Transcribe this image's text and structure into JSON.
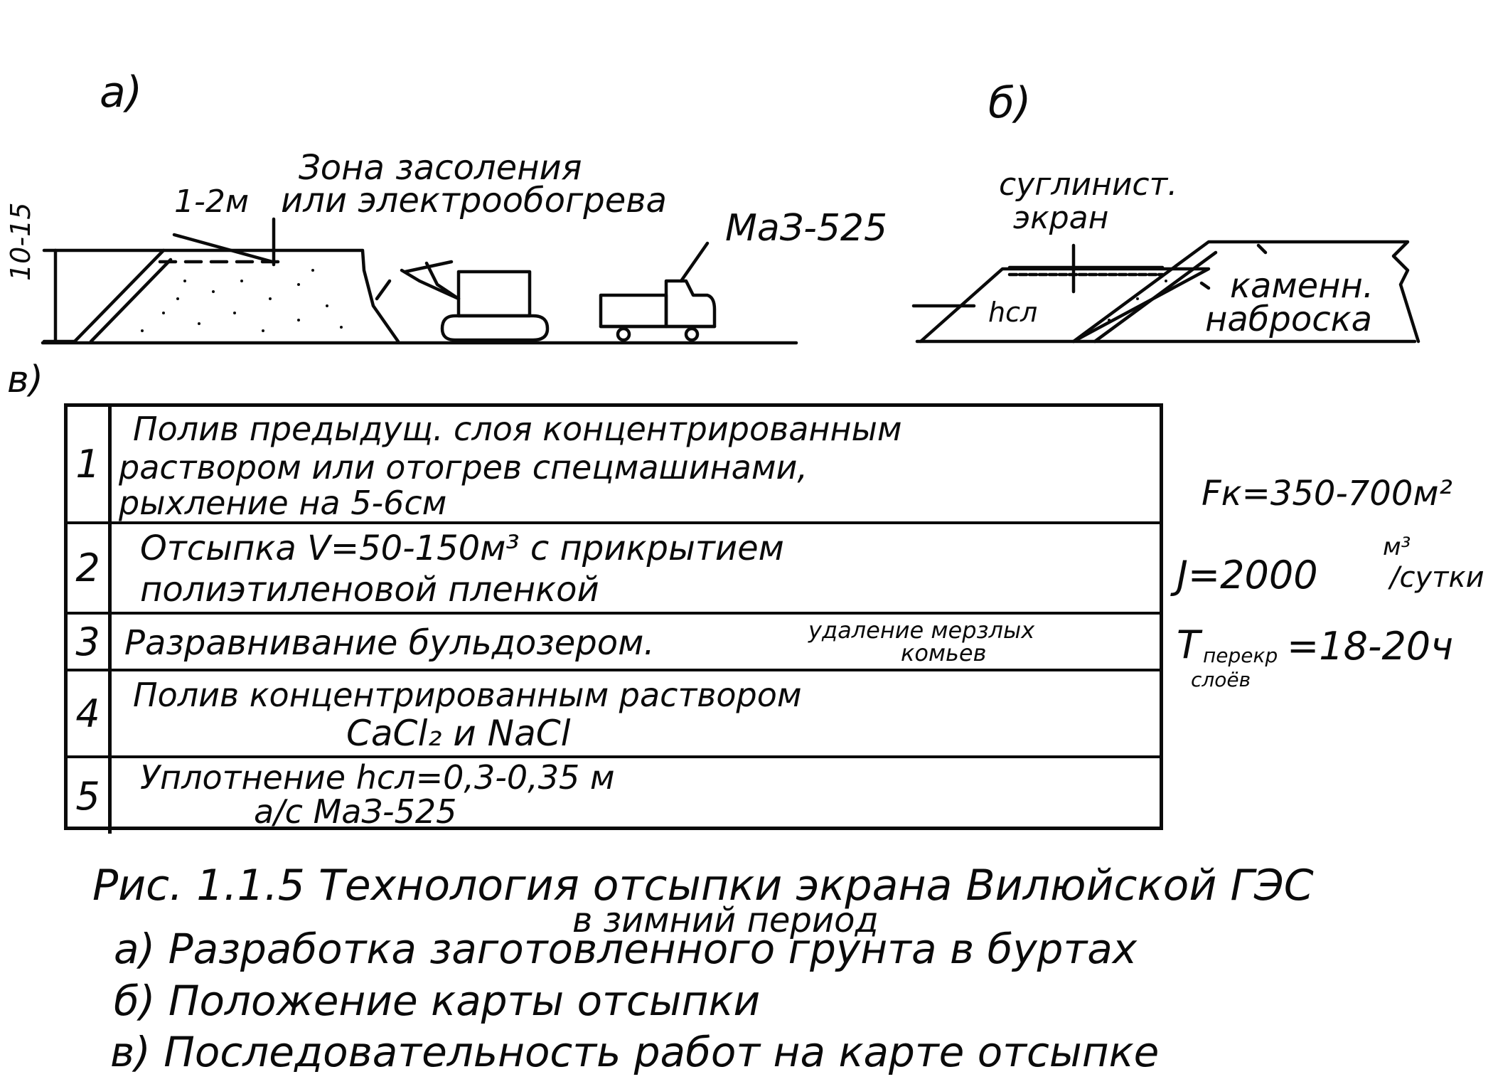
{
  "diagram_a": {
    "label": "а)",
    "zone_label_line1": "Зона засоления",
    "zone_label_line2": "или электрообогрева",
    "depth_label": "1-2м",
    "height_label": "10-15",
    "truck_label": "МаЗ-525"
  },
  "diagram_b": {
    "label": "б)",
    "screen_label_line1": "суглинист.",
    "screen_label_line2": "экран",
    "layer_label": "hсл",
    "rock_label_line1": "каменн.",
    "rock_label_line2": "наброска"
  },
  "table": {
    "label": "в)",
    "rows": [
      {
        "num": "1",
        "lines": [
          "Полив предыдущ. слоя концентрированным",
          "раствором или отогрев спецмашинами,",
          "рыхление на 5-6см"
        ]
      },
      {
        "num": "2",
        "lines": [
          "Отсыпка V=50-150м³ с прикрытием",
          "полиэтиленовой пленкой"
        ]
      },
      {
        "num": "3",
        "lines": [
          "Разравнивание бульдозером."
        ],
        "note_line1": "удаление мерзлых",
        "note_line2": "комьев"
      },
      {
        "num": "4",
        "lines": [
          "Полив концентрированным раствором",
          "CaCl₂ и NaCl"
        ]
      },
      {
        "num": "5",
        "lines": [
          "Уплотнение hсл=0,3-0,35 м",
          "а/с МаЗ-525"
        ]
      }
    ]
  },
  "params": {
    "fk": "Fк=350-700м²",
    "j_value": "J=2000",
    "j_unit_top": "м³",
    "j_unit_bottom": "/сутки",
    "t_sym": "Т",
    "t_sub1": "перекр",
    "t_sub2": "слоёв",
    "t_value": "=18-20ч"
  },
  "caption": {
    "title": "Рис. 1.1.5 Технология отсыпки экрана Вилюйской ГЭС",
    "title_line2": "в зимний период",
    "item_a": "а) Разработка заготовленного грунта в буртах",
    "item_b": "б) Положение карты отсыпки",
    "item_c": "в) Последовательность работ на карте отсыпке"
  }
}
